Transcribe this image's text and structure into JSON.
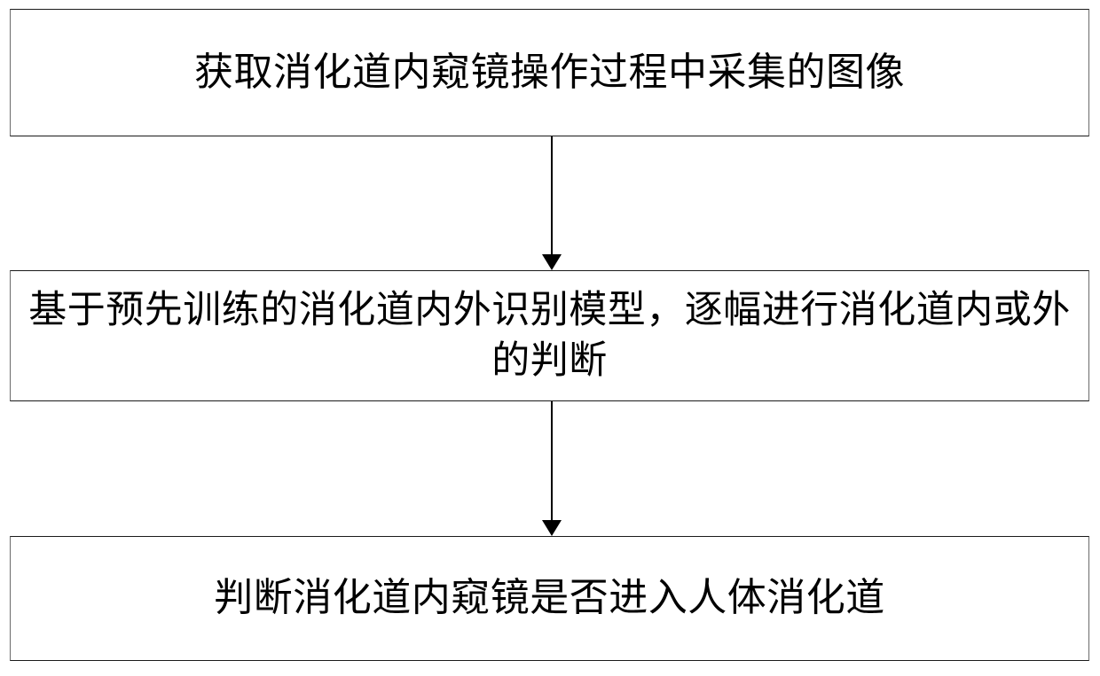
{
  "diagram": {
    "type": "flowchart",
    "orientation": "vertical",
    "background_color": "#ffffff",
    "line_color": "#000000",
    "box_border_color": "#6b6b6b",
    "text_color": "#000000",
    "nodes": [
      {
        "id": "acquire-image",
        "shape": "rectangle",
        "text": "获取消化道内窥镜操作过程中采集的图像"
      },
      {
        "id": "classify-model",
        "shape": "rectangle",
        "text": "基于预先训练的消化道内外识别模型，逐幅进行消化道内或外的判断"
      },
      {
        "id": "decide-entry",
        "shape": "rectangle",
        "text": "判断消化道内窥镜是否进入人体消化道"
      }
    ],
    "edges": [
      {
        "id": "edge-acquire-to-classify",
        "from": "acquire-image",
        "to": "classify-model",
        "arrowhead": "solid-triangle",
        "label": ""
      },
      {
        "id": "edge-classify-to-decide",
        "from": "classify-model",
        "to": "decide-entry",
        "arrowhead": "solid-triangle",
        "label": ""
      }
    ]
  }
}
